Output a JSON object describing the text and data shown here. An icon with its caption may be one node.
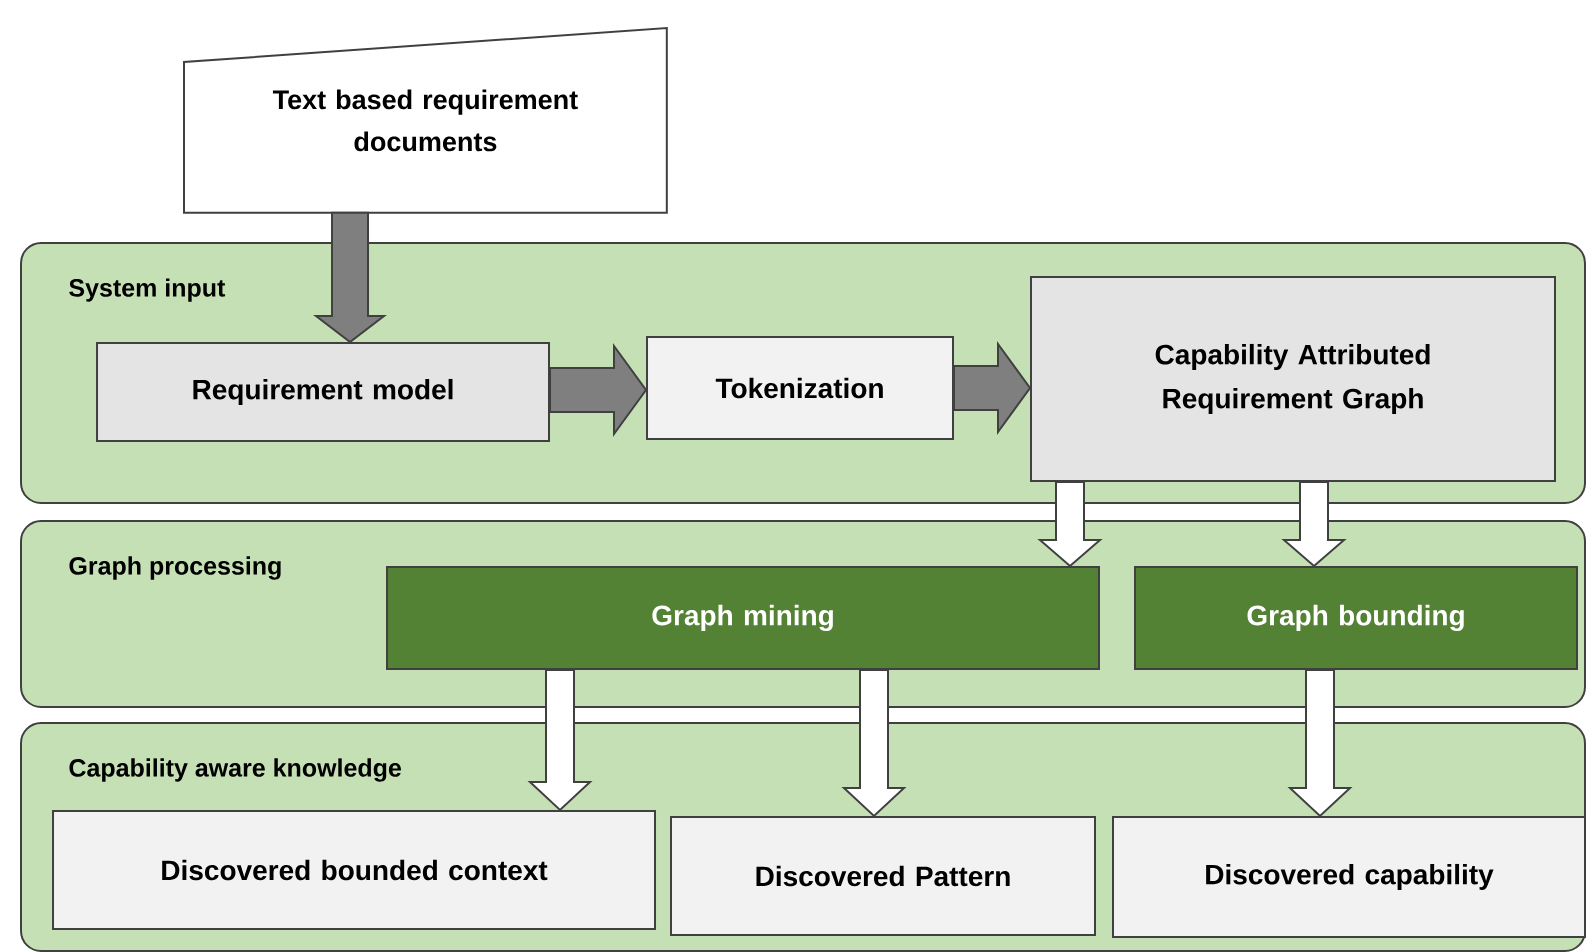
{
  "diagram": {
    "nodes": [
      {
        "text": [
          "Text based requirement documents"
        ]
      },
      {
        "text": [
          "System input"
        ]
      },
      {
        "text": [
          "Requirement model"
        ],
        "in": 1
      },
      {
        "text": [
          "Tokenization"
        ],
        "in": 1
      },
      {
        "text": [
          "Capability Attributed Requirement Graph"
        ],
        "in": 1
      },
      {
        "text": [
          "Graph processing"
        ]
      },
      {
        "text": [
          "Graph mining"
        ],
        "in": 5
      },
      {
        "text": [
          "Graph bounding"
        ],
        "in": 5
      },
      {
        "text": [
          "Capability aware knowledge"
        ]
      },
      {
        "text": [
          "Discovered bounded context"
        ],
        "in": 8
      },
      {
        "text": [
          "Discovered Pattern"
        ],
        "in": 8
      },
      {
        "text": [
          "Discovered capability"
        ],
        "in": 8
      }
    ],
    "edges": [
      {
        "from": 0,
        "to": 2,
        "arrow": "to",
        "color": "#7f7f7f"
      },
      {
        "from": 2,
        "to": 3,
        "arrow": "to",
        "color": "#7f7f7f"
      },
      {
        "from": 3,
        "to": 4,
        "arrow": "to",
        "color": "#7f7f7f"
      },
      {
        "from": 4,
        "to": 6,
        "arrow": "to"
      },
      {
        "from": 4,
        "to": 7,
        "arrow": "to"
      },
      {
        "from": 6,
        "to": 9,
        "arrow": "to"
      },
      {
        "from": 6,
        "to": 10,
        "arrow": "to"
      },
      {
        "from": 7,
        "to": 11,
        "arrow": "to"
      }
    ]
  }
}
